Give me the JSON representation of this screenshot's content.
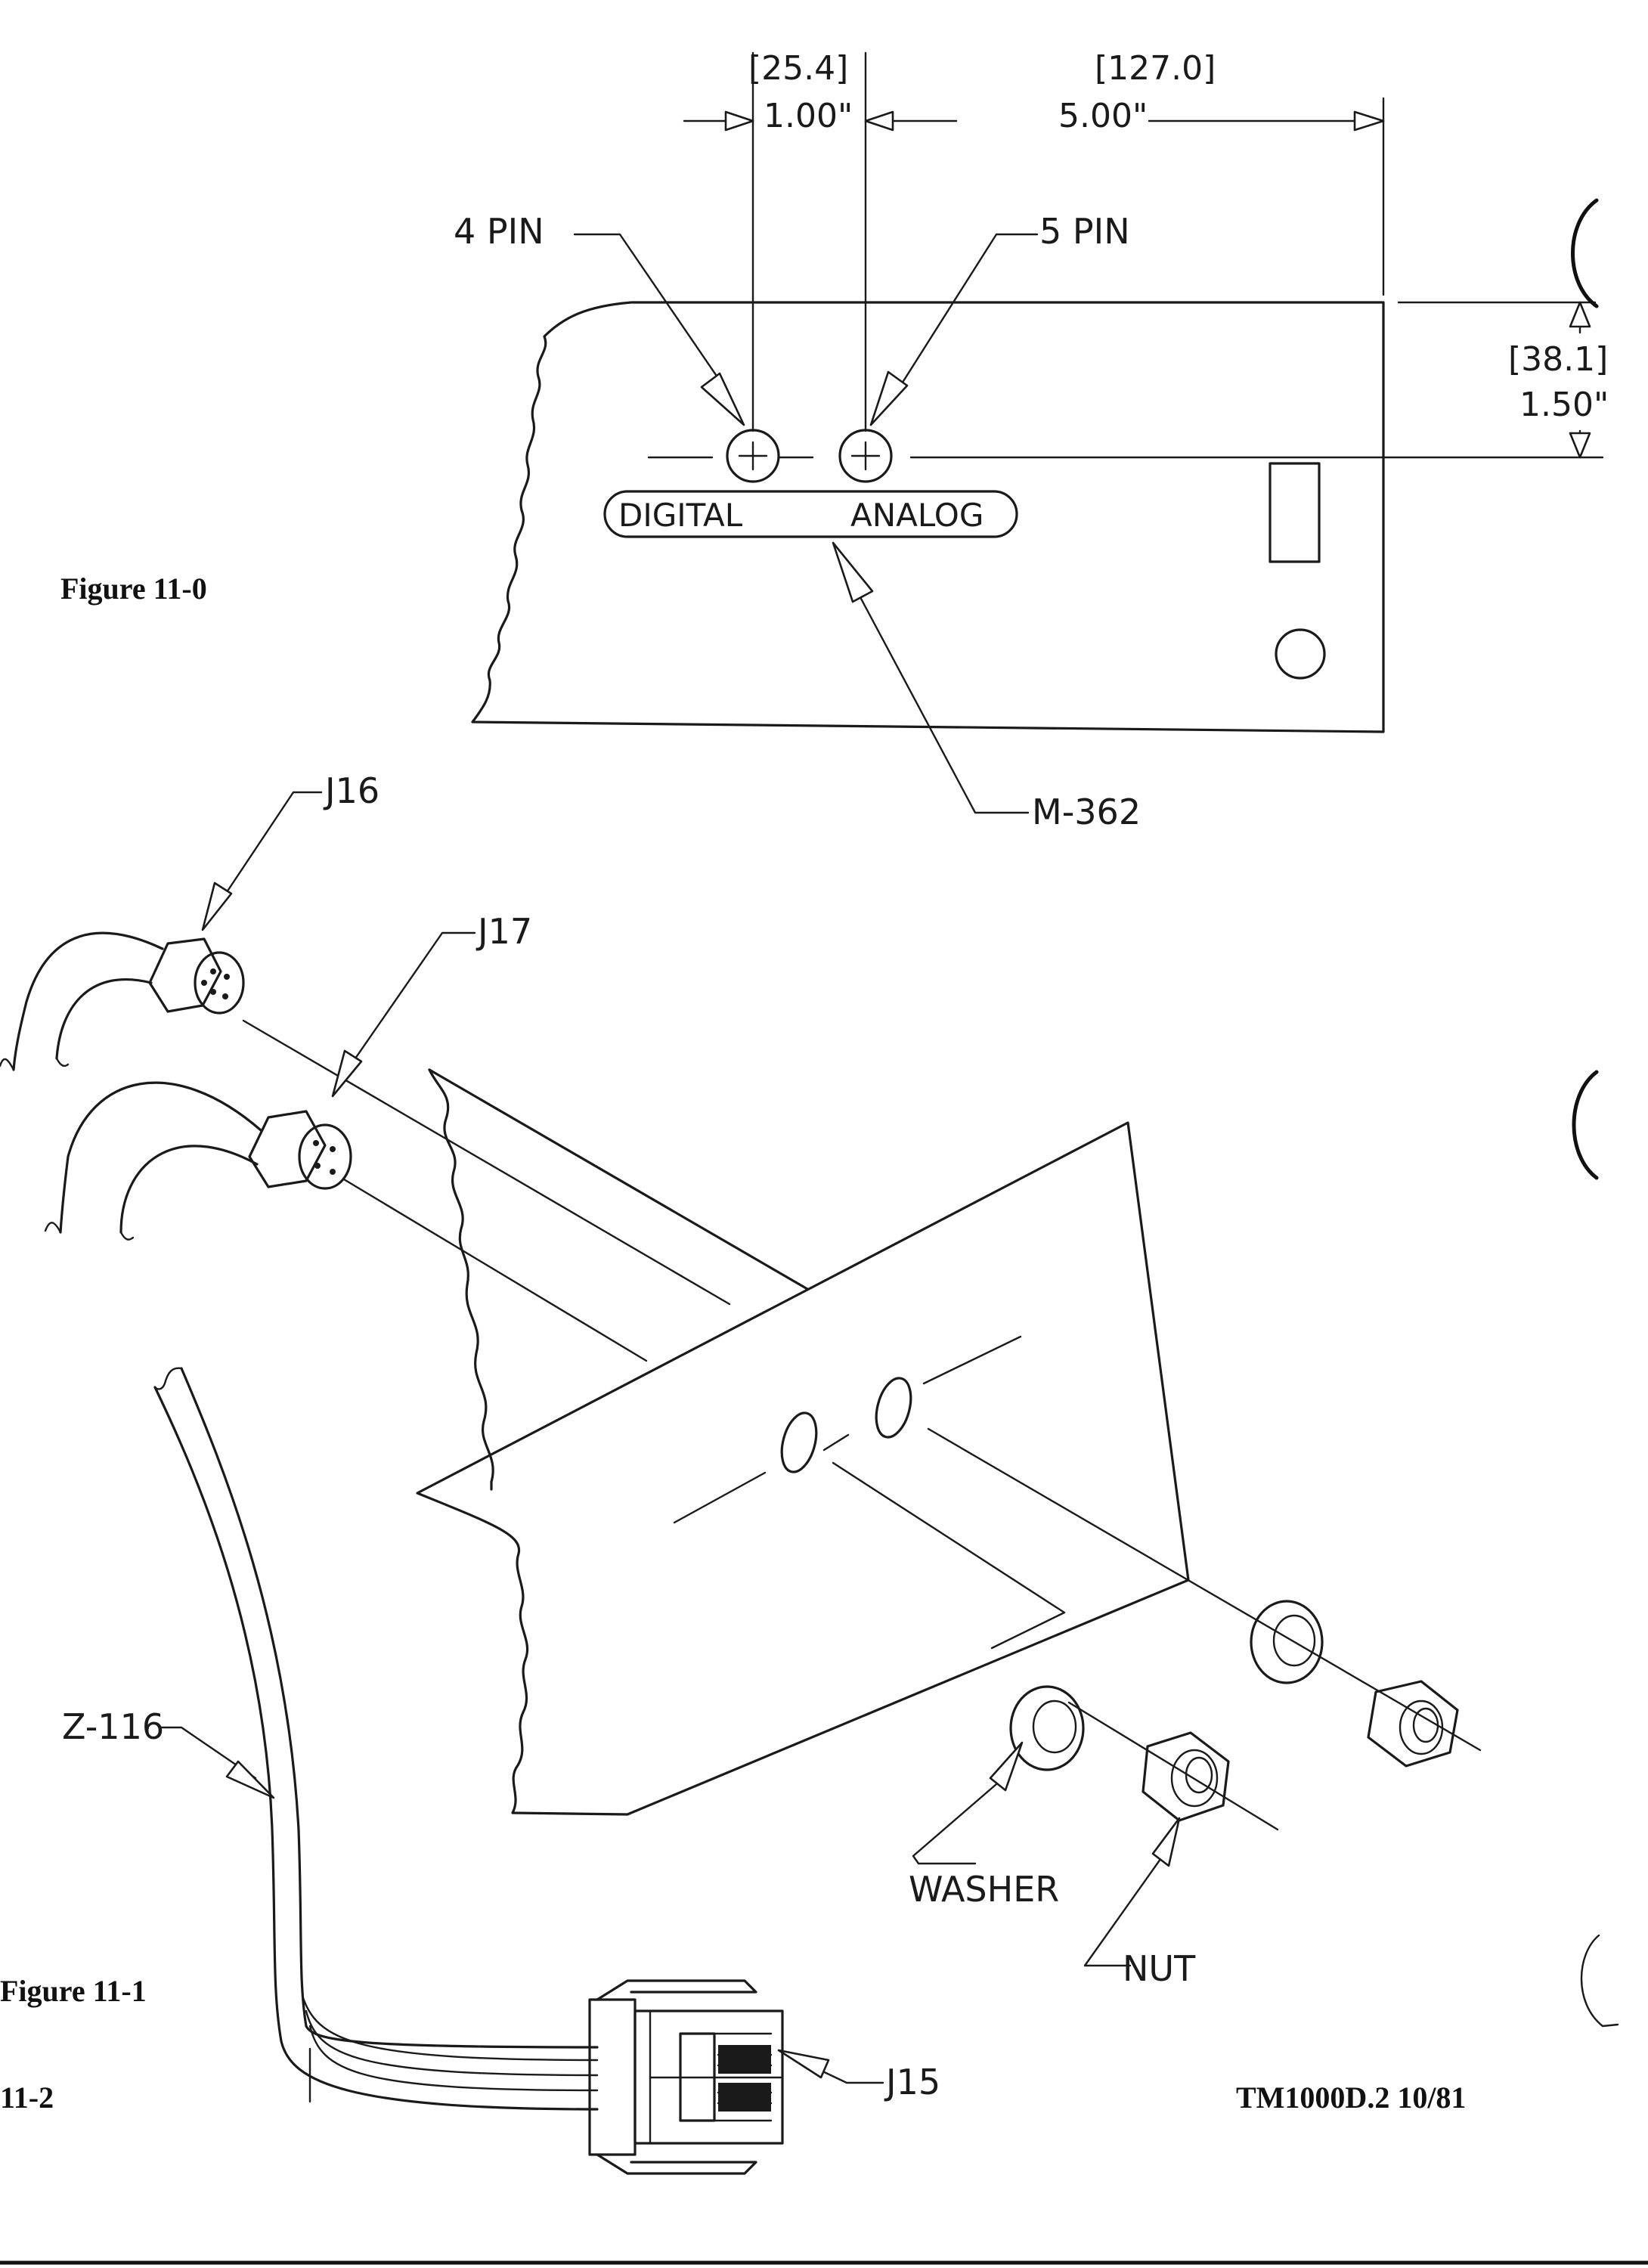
{
  "figure_0": {
    "caption": "Figure 11-0",
    "dimensions": {
      "pin_spacing_mm": "[25.4]",
      "pin_spacing_in": "1.00\"",
      "offset_mm": "[127.0]",
      "offset_in": "5.00\"",
      "height_mm": "[38.1]",
      "height_in": "1.50\""
    },
    "callouts": {
      "four_pin": "4 PIN",
      "five_pin": "5 PIN",
      "label_part": "M-362"
    },
    "label_plate": {
      "digital": "DIGITAL",
      "analog": "ANALOG"
    }
  },
  "figure_1": {
    "caption": "Figure 11-1",
    "callouts": {
      "j16": "J16",
      "j17": "J17",
      "j15": "J15",
      "harness": "Z-116",
      "washer": "WASHER",
      "nut": "NUT"
    }
  },
  "footer": {
    "page_number": "11-2",
    "doc_id": "TM1000D.2 10/81"
  }
}
